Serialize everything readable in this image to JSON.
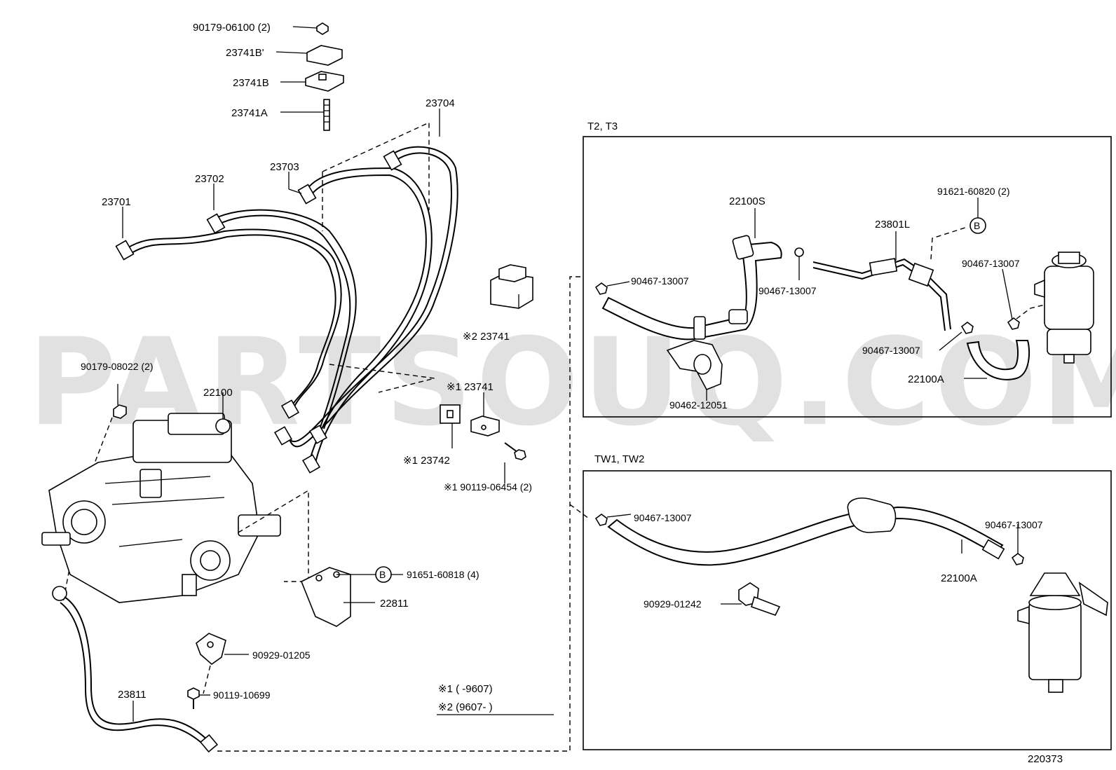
{
  "watermark": "PARTSOUQ.COM",
  "diagram_id": "220373",
  "footnotes": {
    "note1": "※1 (       -9607)",
    "note2": "※2 (9607-         )"
  },
  "panels": {
    "t2t3": {
      "title": "T2, T3"
    },
    "tw1tw2": {
      "title": "TW1, TW2"
    }
  },
  "labels": {
    "p90179_06100": "90179-06100 (2)",
    "p23741B_prime": "23741B'",
    "p23741B": "23741B",
    "p23741A": "23741A",
    "p23704": "23704",
    "p23703": "23703",
    "p23702": "23702",
    "p23701": "23701",
    "p23741_n2": "※2 23741",
    "p90179_08022": "90179-08022 (2)",
    "p22100": "22100",
    "p23741_n1": "※1 23741",
    "p23742_n1": "※1 23742",
    "p90119_06454": "※1 90119-06454 (2)",
    "p91651_60818": "91651-60818 (4)",
    "p22811": "22811",
    "p90929_01205": "90929-01205",
    "p90119_10699": "90119-10699",
    "p23811": "23811",
    "t2_22100S": "22100S",
    "t2_90467_a": "90467-13007",
    "t2_90467_b": "90467-13007",
    "t2_23801L": "23801L",
    "t2_91621": "91621-60820 (2)",
    "t2_90467_c": "90467-13007",
    "t2_90467_d": "90467-13007",
    "t2_22100A": "22100A",
    "t2_90462": "90462-12051",
    "tw_90467_a": "90467-13007",
    "tw_90467_b": "90467-13007",
    "tw_22100A": "22100A",
    "tw_90929": "90929-01242"
  },
  "markers": {
    "b": "B"
  },
  "icons": [
    "injection-pump-icon",
    "fuel-filter-icon",
    "clamp-icon",
    "hose-clip-icon"
  ]
}
